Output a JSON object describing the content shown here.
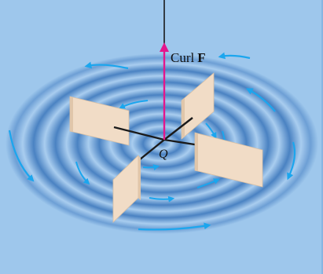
{
  "labels": {
    "curl_word": "Curl",
    "field_symbol": "F",
    "point": "Q"
  },
  "colors": {
    "background": "#9ec7ec",
    "ring_light": "#a9cdef",
    "ring_dark": "#4a82c2",
    "flow_arrows": "#1ba6ee",
    "curl_vector": "#e4168c",
    "paddle": "#f1dcc6",
    "axle": "#1a1a1a"
  },
  "icons": {
    "vortex": "concentric-rings",
    "flow": "curved-arrows",
    "paddle_wheel": "four-vane-paddle-wheel"
  }
}
